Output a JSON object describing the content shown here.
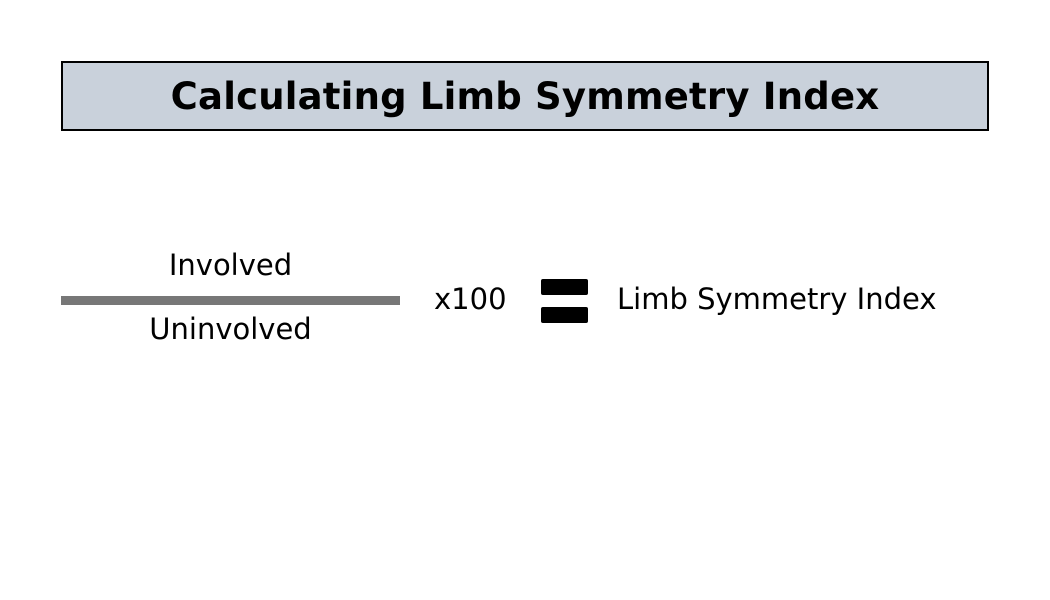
{
  "title": "Calculating Limb Symmetry Index",
  "formula": {
    "numerator": "Involved",
    "denominator": "Uninvolved",
    "multiplier": "x100",
    "result": "Limb Symmetry Index"
  },
  "colors": {
    "title_background": "#c9d1db",
    "fraction_bar": "#777777"
  }
}
